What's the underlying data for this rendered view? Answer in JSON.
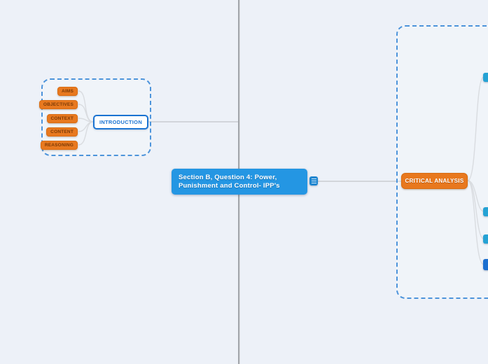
{
  "app": {
    "type": "mind-map-canvas"
  },
  "colors": {
    "canvas_background": "#edf1f8",
    "central_topic_blue": "#2496e3",
    "branch_orange": "#e8791f",
    "intro_blue": "#1a73d2",
    "boundary_dash_blue": "#4d94db",
    "connector_gray": "#c9ccd1",
    "trunk_gray": "#a2a6ab",
    "stub_cyan": "#25a2d4",
    "stub_blue": "#1b6fd0"
  },
  "central_topic": {
    "line1": "Section B, Question 4: Power,",
    "line2": "Punishment and Control- IPP's",
    "notes_icon": "notes-icon"
  },
  "branches": {
    "introduction": {
      "label": "INTRODUCTION",
      "children": [
        {
          "label": "AIMS"
        },
        {
          "label": "OBJECTIVES"
        },
        {
          "label": "CONTEXT"
        },
        {
          "label": "CONTENT"
        },
        {
          "label": "REASONING"
        }
      ]
    },
    "critical_analysis": {
      "label": "CRITICAL ANALYSIS",
      "offscreen_child_stubs": 4
    }
  }
}
